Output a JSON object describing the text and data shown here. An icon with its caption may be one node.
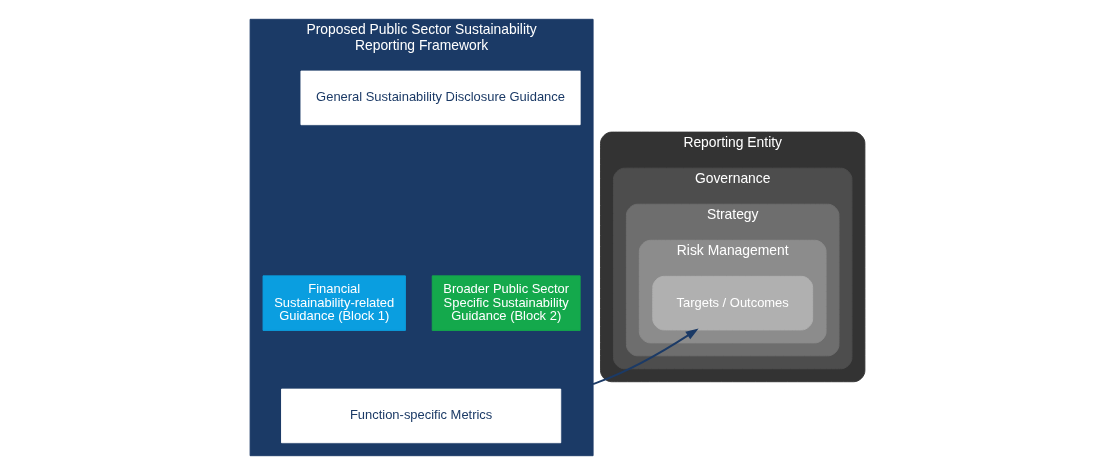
{
  "diagram": {
    "nodes": [
      {
        "text": [
          "Proposed Public Sector Sustainability Reporting Framework"
        ]
      },
      {
        "text": [
          "General Sustainability Disclosure Guidance"
        ],
        "in": 0
      },
      {
        "text": [
          "Financial Sustainability-related Guidance (Block 1)"
        ],
        "in": 0
      },
      {
        "text": [
          "Broader Public Sector Specific Sustainability Guidance (Block 2)"
        ],
        "in": 0
      },
      {
        "text": [
          "Function-specific Metrics"
        ],
        "in": 0
      },
      {
        "text": [
          "Reporting Entity"
        ]
      },
      {
        "text": [
          "Governance"
        ],
        "in": 5
      },
      {
        "text": [
          "Strategy"
        ],
        "in": 6
      },
      {
        "text": [
          "Risk Management"
        ],
        "in": 7
      },
      {
        "text": [
          "Targets / Outcomes"
        ],
        "in": 8
      }
    ],
    "edges": [
      {
        "from": 0,
        "to": 9,
        "arrow": "to"
      }
    ]
  }
}
